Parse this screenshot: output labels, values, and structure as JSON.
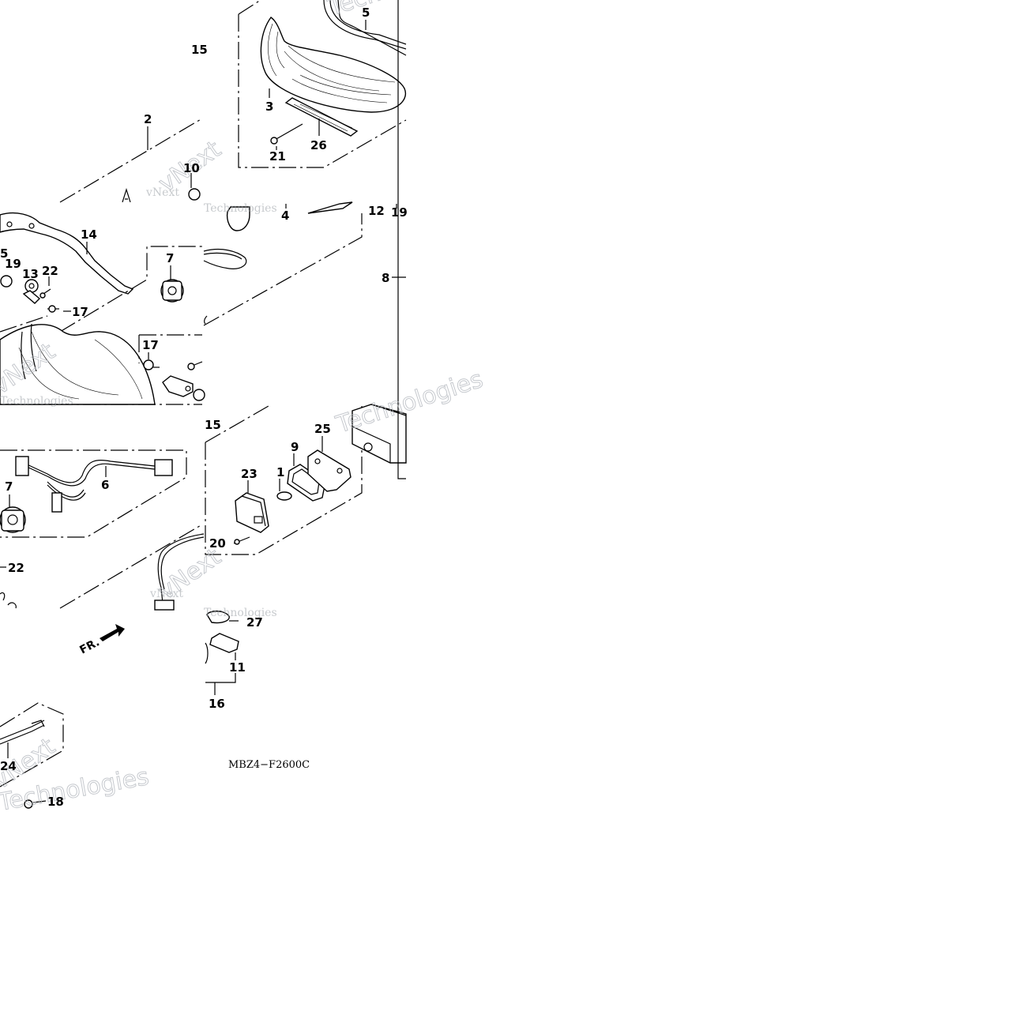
{
  "diagram": {
    "drawing_code": "MBZ4−F2600C",
    "direction_label": "FR.",
    "watermark": {
      "line1": "vNext",
      "line2": "Technologies"
    },
    "callouts": [
      {
        "id": "c15a",
        "label": "15"
      },
      {
        "id": "c5",
        "label": "5"
      },
      {
        "id": "c2",
        "label": "2"
      },
      {
        "id": "c3",
        "label": "3"
      },
      {
        "id": "c26",
        "label": "26"
      },
      {
        "id": "c21",
        "label": "21"
      },
      {
        "id": "c10",
        "label": "10"
      },
      {
        "id": "c4",
        "label": "4"
      },
      {
        "id": "c12",
        "label": "12"
      },
      {
        "id": "c19a",
        "label": "19"
      },
      {
        "id": "c14",
        "label": "14"
      },
      {
        "id": "c5b",
        "label": "5"
      },
      {
        "id": "c19b",
        "label": "19"
      },
      {
        "id": "c13",
        "label": "13"
      },
      {
        "id": "c22a",
        "label": "22"
      },
      {
        "id": "c17a",
        "label": "17"
      },
      {
        "id": "c7a",
        "label": "7"
      },
      {
        "id": "c8",
        "label": "8"
      },
      {
        "id": "c17b",
        "label": "17"
      },
      {
        "id": "c15b",
        "label": "15"
      },
      {
        "id": "c25",
        "label": "25"
      },
      {
        "id": "c9",
        "label": "9"
      },
      {
        "id": "c23",
        "label": "23"
      },
      {
        "id": "c1",
        "label": "1"
      },
      {
        "id": "c6",
        "label": "6"
      },
      {
        "id": "c7b",
        "label": "7"
      },
      {
        "id": "c20",
        "label": "20"
      },
      {
        "id": "c22b",
        "label": "22"
      },
      {
        "id": "c27",
        "label": "27"
      },
      {
        "id": "c11",
        "label": "11"
      },
      {
        "id": "c16",
        "label": "16"
      },
      {
        "id": "c24",
        "label": "24"
      },
      {
        "id": "c18",
        "label": "18"
      }
    ]
  }
}
